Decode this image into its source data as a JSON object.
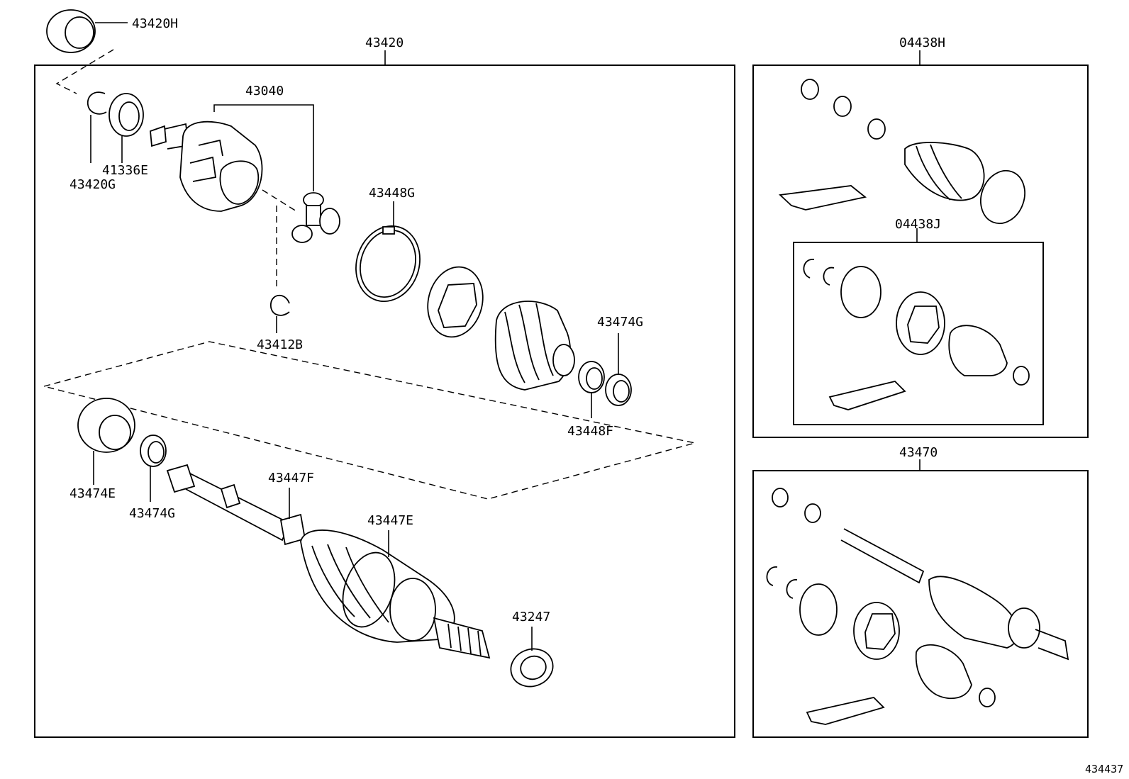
{
  "diagram_id": "434437",
  "labels": {
    "p43420H": "43420H",
    "p43420": "43420",
    "p43040": "43040",
    "p43420G": "43420G",
    "p41336E": "41336E",
    "p43448G": "43448G",
    "p43412B": "43412B",
    "p43474G_top": "43474G",
    "p43448F": "43448F",
    "p43474E": "43474E",
    "p43474G_bottom": "43474G",
    "p43447F": "43447F",
    "p43447E": "43447E",
    "p43247": "43247",
    "p04438H": "04438H",
    "p04438J": "04438J",
    "p43470": "43470"
  }
}
